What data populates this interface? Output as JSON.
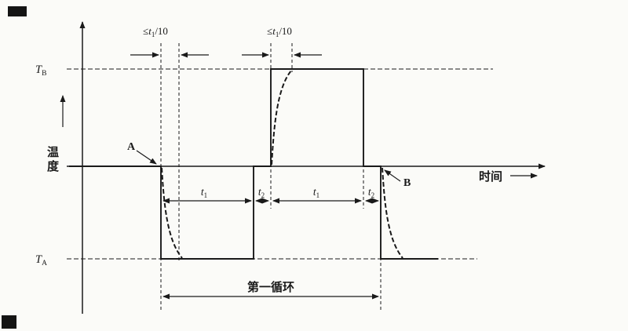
{
  "figure": {
    "y_axis_label": "温度",
    "x_axis_label": "时间",
    "level_high": {
      "base": "T",
      "sub": "B"
    },
    "level_low": {
      "base": "T",
      "sub": "A"
    },
    "point_a": "A",
    "point_b": "B",
    "transition_limit": {
      "pre": "≤",
      "var": "t",
      "sub": "1",
      "post": "/10"
    },
    "t1": {
      "var": "t",
      "sub": "1"
    },
    "t2": {
      "var": "t",
      "sub": "2"
    },
    "cycle_label": "第一循环"
  }
}
